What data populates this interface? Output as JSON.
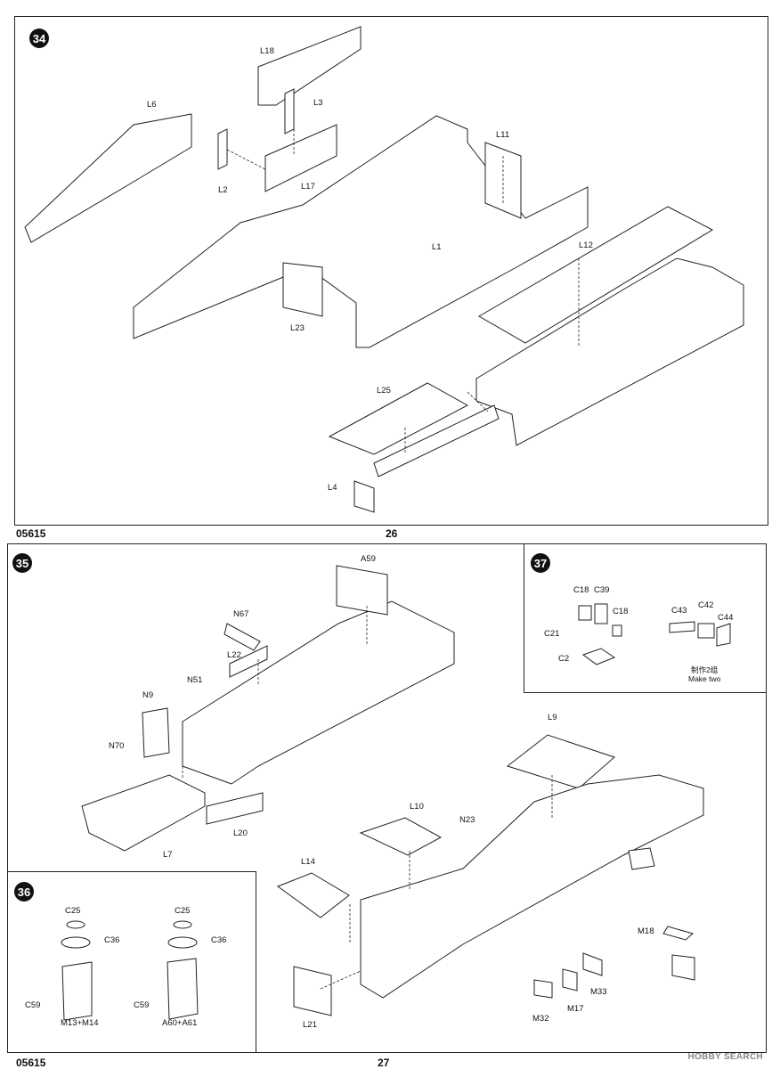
{
  "page_top": {
    "step": "34",
    "code": "05615",
    "page": "26",
    "labels": [
      "L18",
      "L3",
      "L6",
      "L2",
      "L17",
      "L11",
      "L1",
      "L12",
      "L23",
      "L25",
      "L4"
    ]
  },
  "page_bottom": {
    "code": "05615",
    "page": "27",
    "step35": {
      "step": "35",
      "labels": [
        "A59",
        "N67",
        "L22",
        "N51",
        "N9",
        "N70",
        "L20",
        "L7",
        "L9",
        "L10",
        "N23",
        "L14",
        "M18",
        "M33",
        "M17",
        "M32",
        "L21"
      ]
    },
    "step36": {
      "step": "36",
      "labels": [
        "C25",
        "C36",
        "C59",
        "M13+M14",
        "C25",
        "C36",
        "C59",
        "A60+A61"
      ]
    },
    "step37": {
      "step": "37",
      "labels": [
        "C18",
        "C39",
        "C18",
        "C21",
        "C2",
        "C43",
        "C42",
        "C44"
      ],
      "note_cn": "制作2组",
      "note_en": "Make two"
    }
  },
  "watermark": "HOBBY SEARCH"
}
